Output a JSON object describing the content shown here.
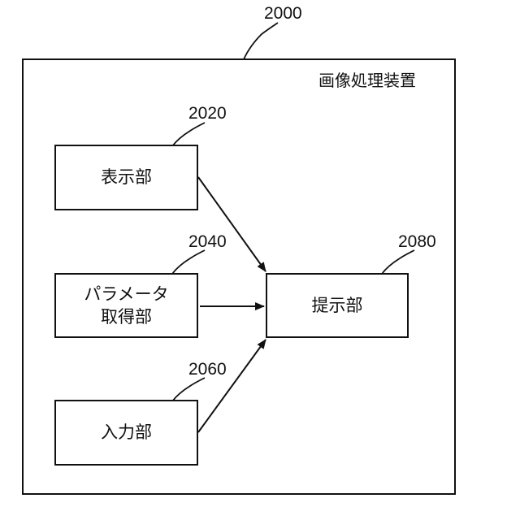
{
  "diagram": {
    "outer_ref": "2000",
    "outer_title": "画像処理装置",
    "nodes": [
      {
        "id": "display",
        "ref": "2020",
        "label": "表示部"
      },
      {
        "id": "param",
        "ref": "2040",
        "label": "パラメータ\n取得部"
      },
      {
        "id": "input",
        "ref": "2060",
        "label": "入力部"
      },
      {
        "id": "present",
        "ref": "2080",
        "label": "提示部"
      }
    ],
    "edges": [
      {
        "from": "display",
        "to": "present"
      },
      {
        "from": "param",
        "to": "present"
      },
      {
        "from": "input",
        "to": "present"
      }
    ]
  }
}
